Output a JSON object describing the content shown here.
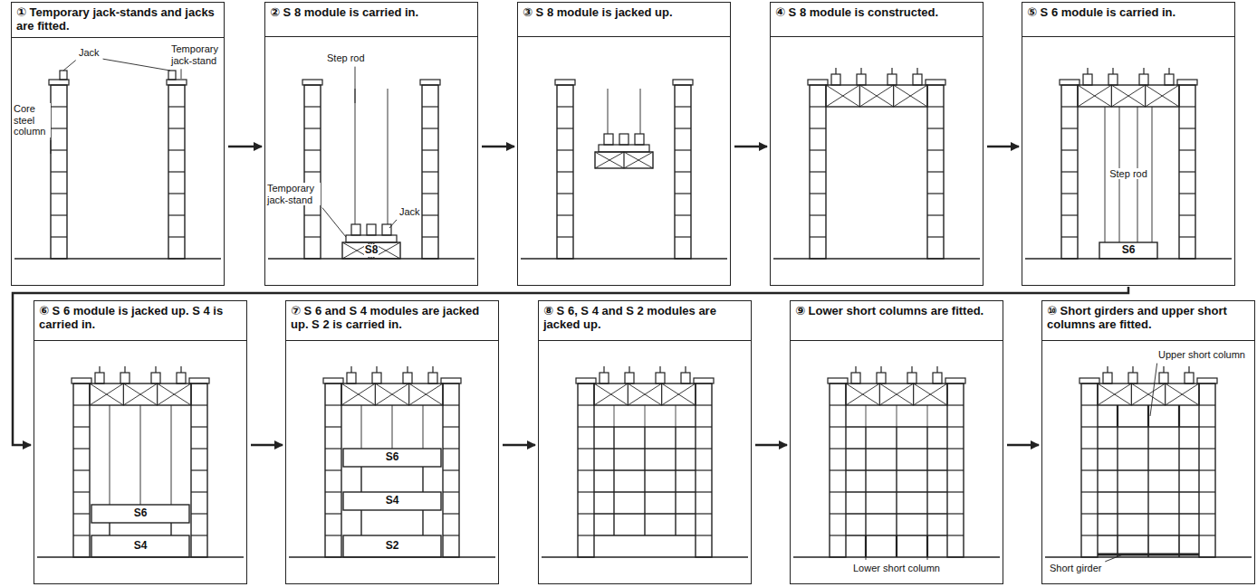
{
  "diagram": {
    "nodes": [
      {
        "text": [
          "① Temporary jack-stands and jacks are fitted."
        ]
      },
      {
        "text": [
          "② S 8 module is carried in."
        ]
      },
      {
        "text": [
          "③ S 8 module is jacked up."
        ]
      },
      {
        "text": [
          "④ S 8 module is constructed."
        ]
      },
      {
        "text": [
          "⑤ S 6 module is carried in."
        ]
      },
      {
        "text": [
          "⑥ S 6 module is jacked up. S 4 is carried in."
        ]
      },
      {
        "text": [
          "⑦ S 6 and S 4 modules are jacked up. S 2 is carried in."
        ]
      },
      {
        "text": [
          "⑧ S 6, S 4 and S 2 modules are jacked up."
        ]
      },
      {
        "text": [
          "⑨ Lower short columns are fitted."
        ]
      },
      {
        "text": [
          "⑩ Short girders and upper short columns are fitted."
        ]
      }
    ],
    "edges": [
      {
        "from": 0,
        "to": 1,
        "arrow": "to"
      },
      {
        "from": 1,
        "to": 2,
        "arrow": "to"
      },
      {
        "from": 2,
        "to": 3,
        "arrow": "to"
      },
      {
        "from": 3,
        "to": 4,
        "arrow": "to"
      },
      {
        "from": 4,
        "to": 5,
        "arrow": "to"
      },
      {
        "from": 5,
        "to": 6,
        "arrow": "to"
      },
      {
        "from": 6,
        "to": 7,
        "arrow": "to"
      },
      {
        "from": 7,
        "to": 8,
        "arrow": "to"
      },
      {
        "from": 8,
        "to": 9,
        "arrow": "to"
      }
    ],
    "labels": [
      "Jack",
      "Temporary jack-stand",
      "Core steel column",
      "Step rod",
      "Temporary jack-stand",
      "Jack",
      "S8",
      "Step rod",
      "S6",
      "S6",
      "S4",
      "S6",
      "S4",
      "S2",
      "Lower short column",
      "Upper short column",
      "Short girder"
    ]
  }
}
